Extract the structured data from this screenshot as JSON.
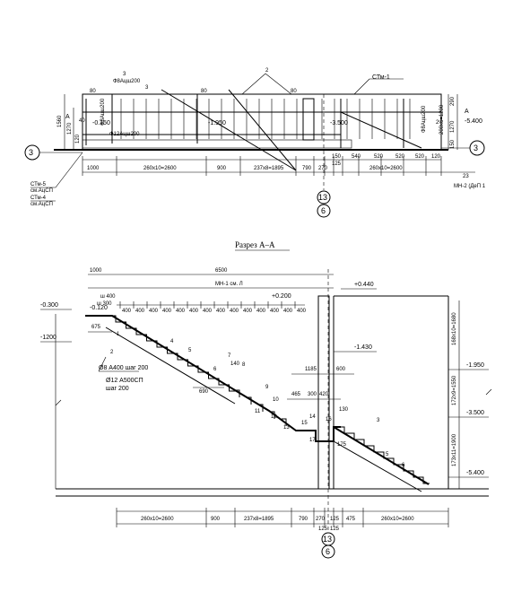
{
  "plan": {
    "labels": {
      "elev_a": "-0.150",
      "elev_b": "-1.950",
      "elev_c": "-3.500",
      "elev_right": "-5.400",
      "section_a": "A",
      "section_a2": "A",
      "ctm1": "СТм-1",
      "ctm5": "СТм-5",
      "ctm5_sub": "см.АцСП",
      "ctm4": "СТм-4",
      "ctm4_sub": "см.АцСП",
      "rebar_top": "Ф8Ацш200",
      "rebar_mid": "Ф8Ацш200",
      "rebar_bot": "Ф12Ацш200",
      "rebar_right": "Ф8Ацш200",
      "rebar_right2": "200x6=1200",
      "mn": "МН-2 (ДеП 1",
      "callout_2": "2",
      "callout_3a": "3",
      "callout_3b": "3",
      "callout_2b": "2",
      "callout_23": "23",
      "num_80a": "80",
      "num_80b": "80",
      "num_80c": "80",
      "num_40": "40",
      "num_120": "120",
      "v_1560": "1560",
      "v_1270": "1270",
      "v_290": "290",
      "v_1270r": "1270",
      "v_150r": "150",
      "axis_left": "3",
      "axis_right": "3"
    },
    "bottom_dims": [
      "1000",
      "260x10=2600",
      "900",
      "237x8=1895",
      "790",
      "270",
      "125",
      "150",
      "540",
      "520",
      "520",
      "520",
      "120"
    ],
    "right_dims": [
      "260x10=2600"
    ],
    "axis_13": "13",
    "axis_6": "6"
  },
  "section": {
    "title": "Разрез А–А",
    "elev": {
      "m0300": "-0.300",
      "m0120": "-0.120",
      "m1200": "-1200",
      "p0200": "+0.200",
      "p0440": "+0.440",
      "m1430": "-1.430",
      "m1950": "-1.950",
      "m3500": "-3.500",
      "m5400": "-5.400"
    },
    "top_dims": {
      "d1000": "1000",
      "d6500": "6500",
      "mn": "МН-1 см. Л",
      "d300": "ш 300",
      "d400": "ш 400"
    },
    "steps_400": [
      "400",
      "400",
      "400",
      "400",
      "400",
      "400",
      "400",
      "400",
      "400",
      "400",
      "400",
      "400",
      "400",
      "400"
    ],
    "dims_mid": {
      "d675": "675",
      "d690": "690",
      "d1185": "1185",
      "d600": "600",
      "d465": "465",
      "d300": "300",
      "d420": "420",
      "d175": "175",
      "d130": "130",
      "d140": "140"
    },
    "rebar": {
      "r1": "Ø8 А400 шаг 200",
      "r2a": "Ø12 А500СП",
      "r2b": "шаг 200"
    },
    "right_dims": {
      "r1": "168x10=1680",
      "r2": "172x9=1550",
      "r3": "173x11=1900"
    },
    "callouts": [
      "1",
      "2",
      "4",
      "5",
      "6",
      "7",
      "8",
      "9",
      "10",
      "11",
      "12",
      "13",
      "14",
      "15",
      "16",
      "17",
      "3",
      "5",
      "6"
    ],
    "bottom_dims": [
      "260x10=2600",
      "900",
      "237x8=1895",
      "790",
      "270",
      "125",
      "475",
      "260x10=2600"
    ],
    "bottom_dims2": [
      "125",
      "125"
    ],
    "axis_13": "13",
    "axis_6": "6"
  }
}
